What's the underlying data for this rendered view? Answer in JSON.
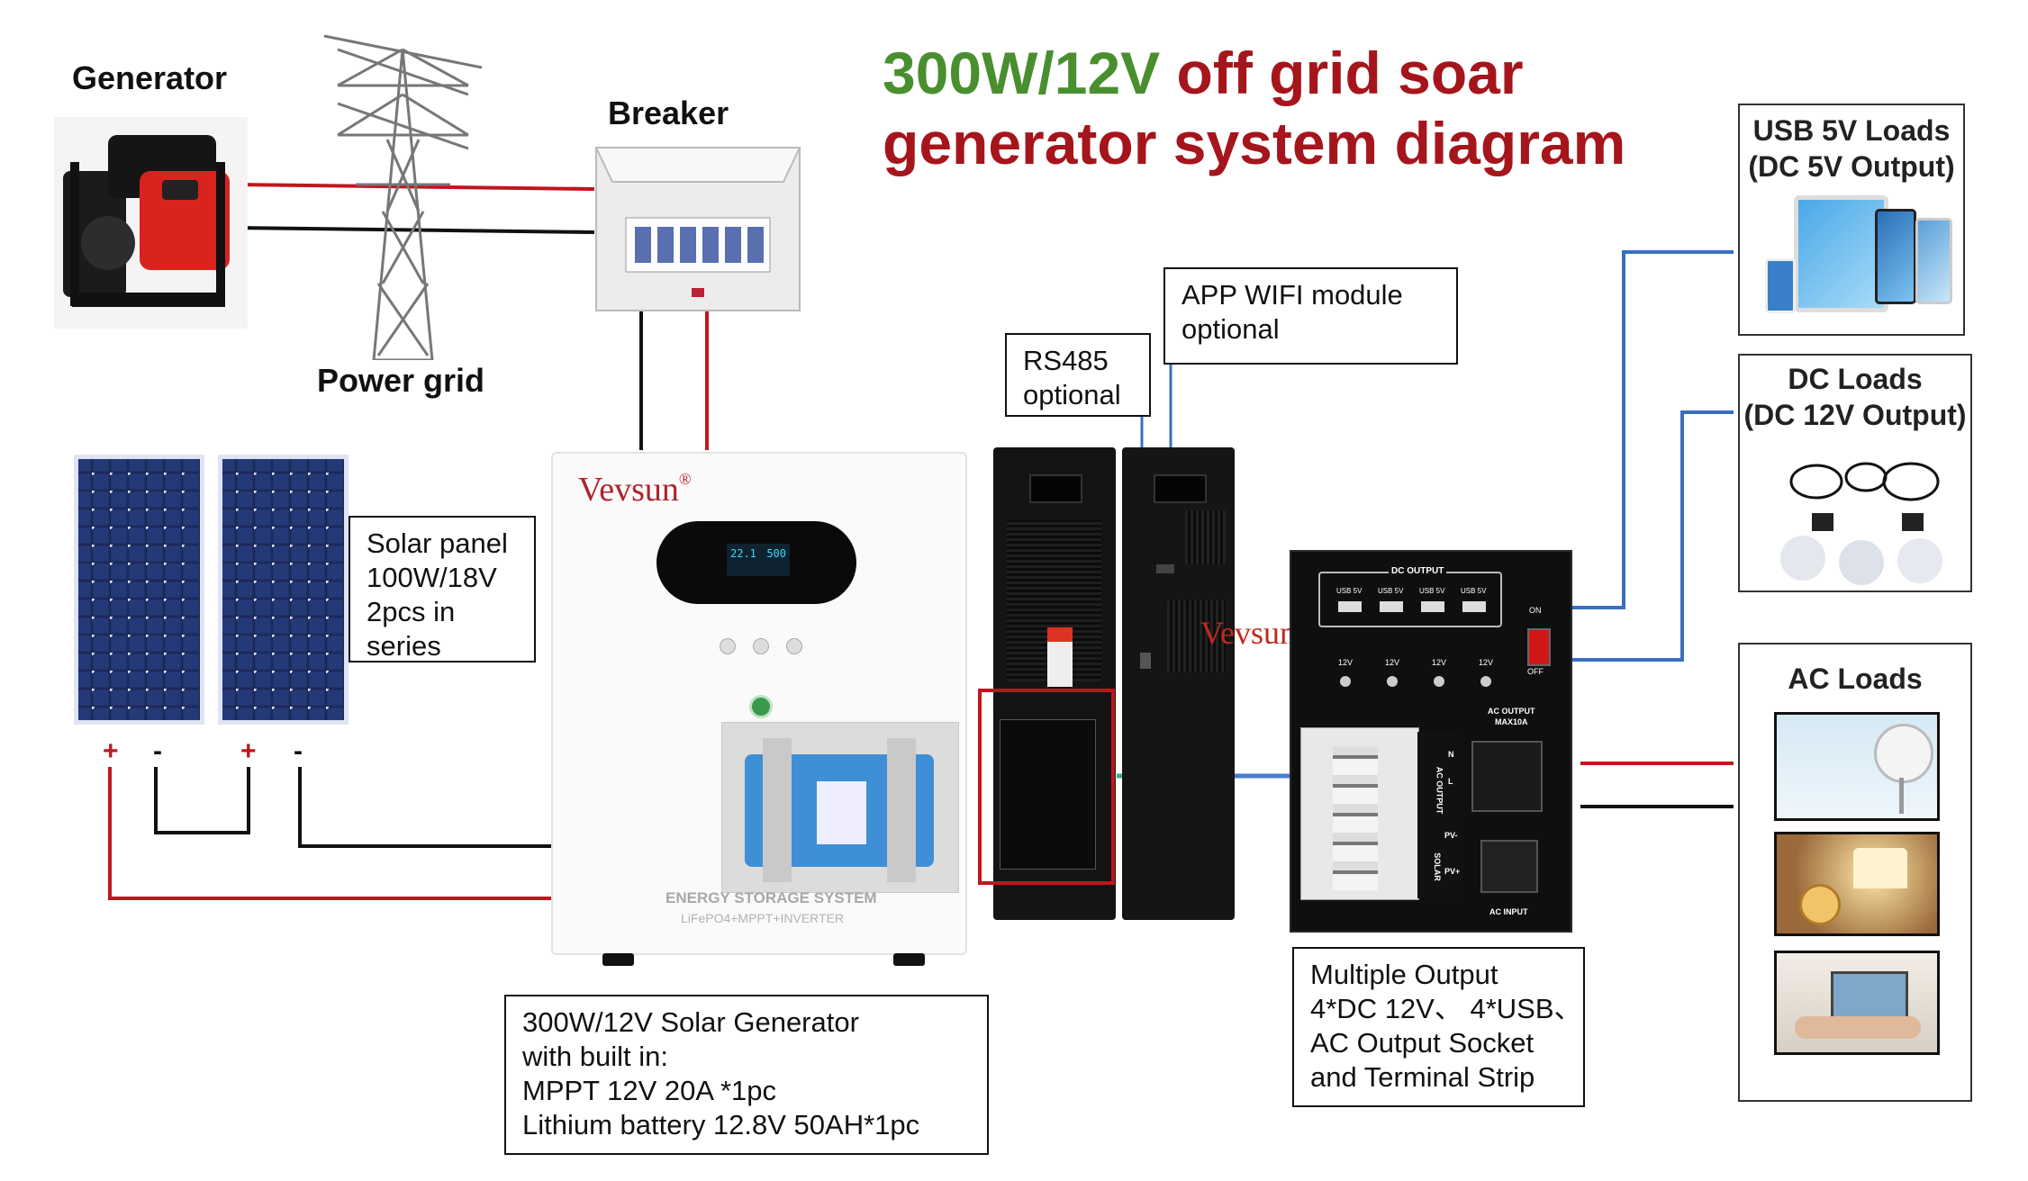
{
  "title": {
    "part_green": "300W/12V",
    "part_red_1": " off grid soar",
    "part_red_2": "generator system diagram"
  },
  "labels": {
    "generator": "Generator",
    "power_grid": "Power grid",
    "breaker": "Breaker",
    "ac_loads": "AC Loads"
  },
  "boxes": {
    "app_wifi": [
      "APP WIFI module",
      "optional"
    ],
    "rs485": [
      "RS485",
      "optional"
    ],
    "solar_panel": [
      "Solar panel",
      "100W/18V",
      "2pcs in",
      "series"
    ],
    "solar_generator": [
      "300W/12V Solar Generator",
      "with built in:",
      "MPPT 12V 20A *1pc",
      "Lithium battery 12.8V 50AH*1pc"
    ],
    "multiple_output": [
      "Multiple Output",
      "4*DC 12V、 4*USB、",
      "AC Output Socket",
      "and Terminal Strip"
    ]
  },
  "loads": {
    "usb": [
      "USB 5V Loads",
      "(DC 5V Output)"
    ],
    "dc": [
      "DC Loads",
      "(DC 12V Output)"
    ]
  },
  "polarity": {
    "plus": "+",
    "minus": "-"
  },
  "device": {
    "brand": "Vevsun",
    "reg": "®",
    "lcd_left": "22.1",
    "lcd_right": "500",
    "panel_text_1": "ENERGY STORAGE SYSTEM",
    "panel_text_2": "LiFePO4+MPPT+INVERTER"
  },
  "output_panel": {
    "dc_output": "DC OUTPUT",
    "usb_label": "USB 5V",
    "dc_label": "12V",
    "on": "ON",
    "off": "OFF",
    "ac_output": "AC OUTPUT",
    "ac_max": "MAX10A",
    "ac_input": "AC INPUT",
    "terminal_ac": "AC OUTPUT",
    "terminal_solar": "SOLAR",
    "terminal_n": "N",
    "terminal_l": "L",
    "terminal_pv_neg": "PV-",
    "terminal_pv_pos": "PV+"
  },
  "colors": {
    "title_green": "#4a8f2f",
    "title_red": "#a5151c",
    "wire_red": "#c0161e",
    "wire_black": "#111111",
    "wire_blue": "#3a6fc0",
    "wire_teal": "#2fb39a"
  }
}
